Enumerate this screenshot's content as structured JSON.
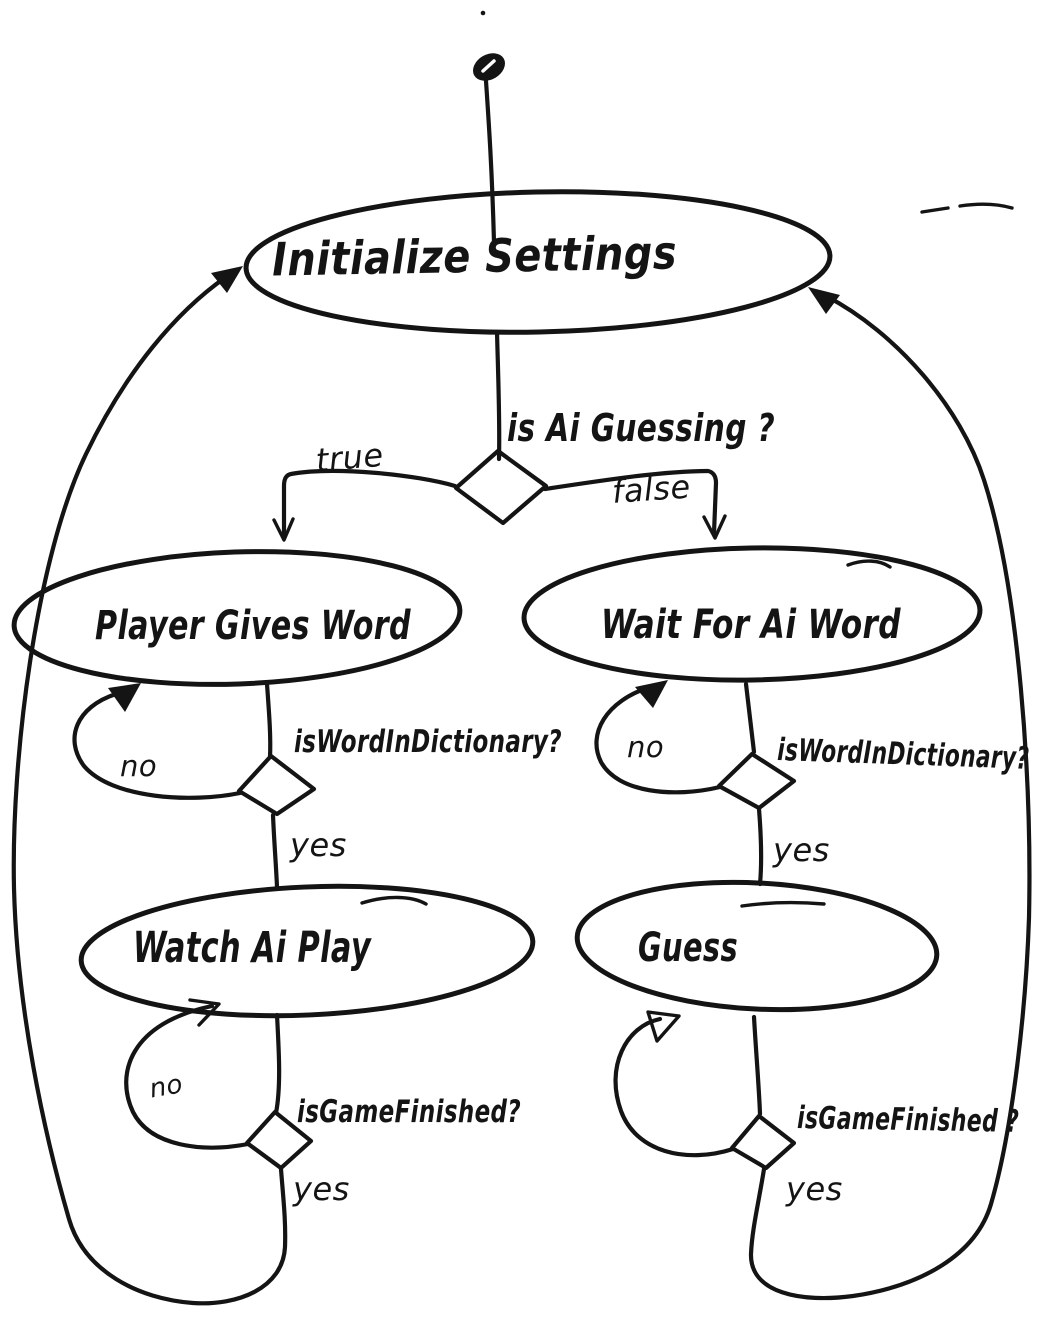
{
  "diagram": {
    "type": "flowchart",
    "style": "hand-drawn",
    "ink_color": "#141414",
    "background_color": "#ffffff",
    "nodes": {
      "start": {
        "type": "start-dot",
        "label": ""
      },
      "initialize_settings": {
        "type": "terminator-ellipse",
        "label": "Initialize Settings"
      },
      "is_ai_guessing": {
        "type": "decision-diamond",
        "label": "is Ai Guessing ?"
      },
      "player_gives_word": {
        "type": "process-ellipse",
        "label": "Player Gives Word"
      },
      "wait_for_ai_word": {
        "type": "process-ellipse",
        "label": "Wait For Ai Word"
      },
      "is_word_in_dictionary_left": {
        "type": "decision-diamond",
        "label": "isWordInDictionary?"
      },
      "is_word_in_dictionary_right": {
        "type": "decision-diamond",
        "label": "isWordInDictionary?"
      },
      "watch_ai_play": {
        "type": "process-ellipse",
        "label": "Watch Ai Play"
      },
      "guess": {
        "type": "process-ellipse",
        "label": "Guess"
      },
      "is_game_finished_left": {
        "type": "decision-diamond",
        "label": "isGameFinished?"
      },
      "is_game_finished_right": {
        "type": "decision-diamond",
        "label": "isGameFinished ?"
      }
    },
    "edges": {
      "start_to_initialize": {
        "from": "start",
        "to": "initialize_settings"
      },
      "initialize_to_is_ai_guessing": {
        "from": "initialize_settings",
        "to": "is_ai_guessing"
      },
      "true_branch": {
        "label": "true",
        "from": "is_ai_guessing",
        "to": "player_gives_word"
      },
      "false_branch": {
        "label": "false",
        "from": "is_ai_guessing",
        "to": "wait_for_ai_word"
      },
      "player_to_dictionary_check": {
        "from": "player_gives_word",
        "to": "is_word_in_dictionary_left"
      },
      "left_dictionary_no_loop": {
        "label": "no",
        "from": "is_word_in_dictionary_left",
        "to": "player_gives_word"
      },
      "left_dictionary_yes": {
        "label": "yes",
        "from": "is_word_in_dictionary_left",
        "to": "watch_ai_play"
      },
      "wait_to_dictionary_check": {
        "from": "wait_for_ai_word",
        "to": "is_word_in_dictionary_right"
      },
      "right_dictionary_no_loop": {
        "label": "no",
        "from": "is_word_in_dictionary_right",
        "to": "wait_for_ai_word"
      },
      "right_dictionary_yes": {
        "label": "yes",
        "from": "is_word_in_dictionary_right",
        "to": "guess"
      },
      "watch_to_game_check": {
        "from": "watch_ai_play",
        "to": "is_game_finished_left"
      },
      "left_game_no_loop": {
        "label": "no",
        "from": "is_game_finished_left",
        "to": "watch_ai_play"
      },
      "left_game_yes_loop": {
        "label": "yes",
        "from": "is_game_finished_left",
        "to": "initialize_settings"
      },
      "guess_to_game_check": {
        "from": "guess",
        "to": "is_game_finished_right"
      },
      "right_game_no_loop": {
        "from": "is_game_finished_right",
        "to": "guess"
      },
      "right_game_yes_loop": {
        "label": "yes",
        "from": "is_game_finished_right",
        "to": "initialize_settings"
      }
    }
  }
}
